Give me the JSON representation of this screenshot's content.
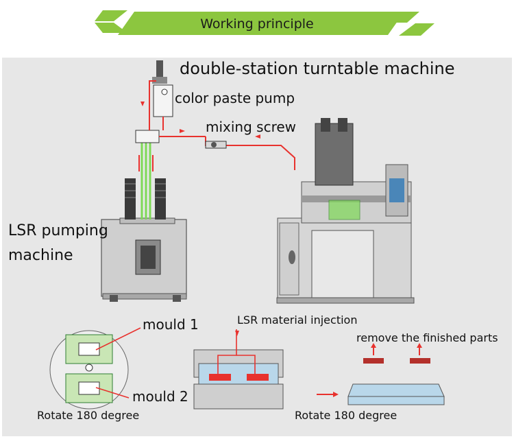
{
  "banner": {
    "title": "Working principle",
    "accent_color": "#8cc63f"
  },
  "labels": {
    "main_title": "double-station turntable machine",
    "color_paste_pump": "color paste pump",
    "mixing_screw": "mixing screw",
    "lsr_pumping_line1": "LSR pumping",
    "lsr_pumping_line2": "machine",
    "mould1": "mould 1",
    "mould2": "mould 2",
    "rotate_left": "Rotate 180 degree",
    "lsr_injection": "LSR material injection",
    "remove_parts": "remove the finished parts",
    "rotate_right": "Rotate 180 degree"
  },
  "colors": {
    "flow_red": "#e8322e",
    "material_green": "#7ed957",
    "mould_blue": "#b9d7ea",
    "machine_gray": "#c9c9c9",
    "panel_bg": "#e7e7e7"
  }
}
